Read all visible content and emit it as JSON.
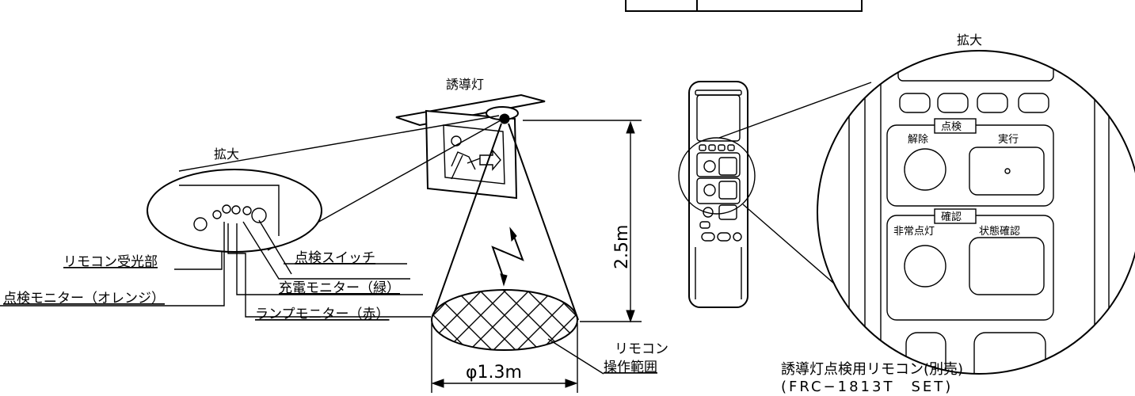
{
  "left_diagram": {
    "fixture_title": "誘導灯",
    "zoom_label": "拡大",
    "labels": {
      "remote_receiver": "リモコン受光部",
      "check_monitor": "点検モニター（オレンジ）",
      "lamp_monitor": "ランプモニター（赤）",
      "charge_monitor": "充電モニター（緑）",
      "check_switch": "点検スイッチ"
    },
    "height_label": "2.5m",
    "diameter_label": "φ1.3m",
    "range_label_line1": "リモコン",
    "range_label_line2": "操作範囲"
  },
  "right_diagram": {
    "zoom_label": "拡大",
    "group_check": "点検",
    "btn_release": "解除",
    "btn_execute": "実行",
    "group_confirm": "確認",
    "btn_emergency": "非常点灯",
    "btn_status": "状態確認",
    "product_name": "誘導灯点検用リモコン(別売)",
    "product_model": "(FRC−1813T　SET)"
  }
}
